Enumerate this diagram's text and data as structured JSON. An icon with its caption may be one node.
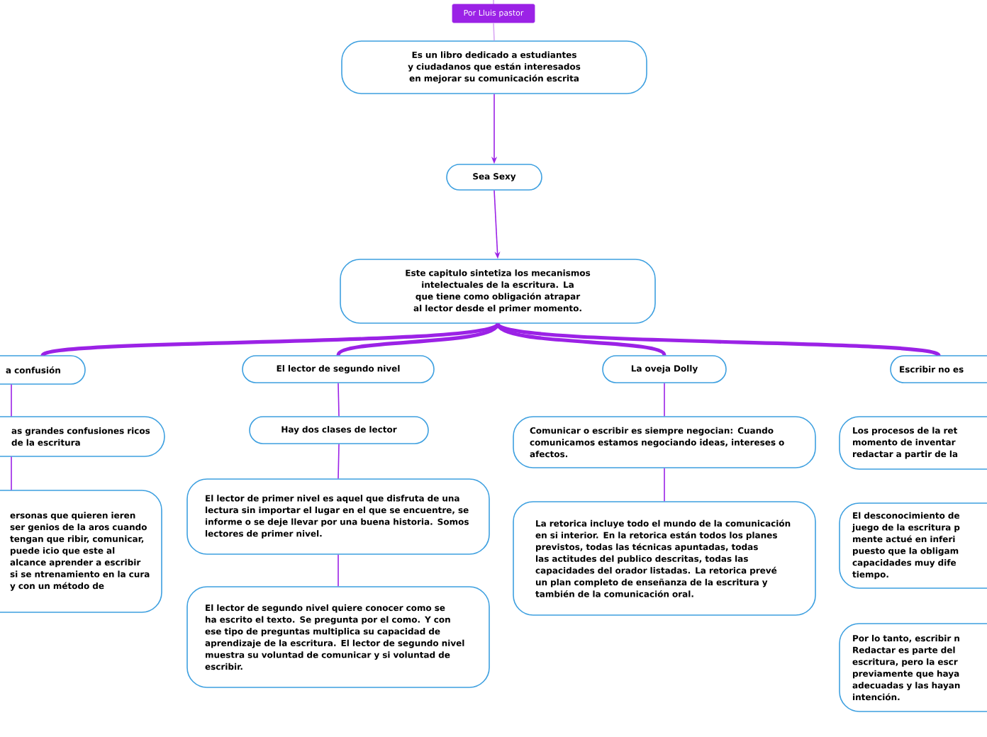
{
  "diagram": {
    "nodes": [
      {
        "text": [
          "Por Lluis pastor"
        ]
      },
      {
        "text": [
          "Es un libro dedicado a estudiantes y ciudadanos que están interesados en mejorar su comunicación escrita"
        ]
      },
      {
        "text": [
          "Sea Sexy"
        ]
      },
      {
        "text": [
          "Este capitulo sintetiza los mecanismos intelectuales de la escritura. La que tiene como obligación atrapar al lector desde el primer momento."
        ]
      },
      {
        "text": [
          "a confusión"
        ]
      },
      {
        "text": [
          "El lector de segundo nivel"
        ]
      },
      {
        "text": [
          "La oveja Dolly"
        ]
      },
      {
        "text": [
          "Escribir no es"
        ]
      },
      {
        "text": [
          "as grandes confusiones ricos de la escritura"
        ]
      },
      {
        "text": [
          "ersonas que quieren ieren ser genios de la aros cuando tengan que ribir, comunicar, puede icio que este al alcance aprender a escribir si se ntrenamiento en la cura y con un método de"
        ]
      },
      {
        "text": [
          "Hay dos clases de lector"
        ]
      },
      {
        "text": [
          "El lector de primer nivel es aquel que disfruta de una lectura sin importar el lugar en el que se encuentre, se informe o se deje llevar por una buena historia. Somos lectores de primer nivel."
        ]
      },
      {
        "text": [
          "El lector de segundo nivel quiere conocer como se ha escrito el texto. Se pregunta por el como. Y con ese tipo de preguntas multiplica su capacidad de aprendizaje de la escritura. El lector de segundo nivel muestra su voluntad de comunicar y si voluntad de escribir."
        ]
      },
      {
        "text": [
          "Comunicar o escribir es siempre negocian: Cuando comunicamos estamos negociando ideas, intereses o afectos."
        ]
      },
      {
        "text": [
          "La retorica incluye todo el mundo de la comunicación en si interior. En la retorica están todos los planes previstos, todas las técnicas apuntadas, todas las actitudes del publico descritas, todas las capacidades del orador listadas. La retorica prevé un plan completo de enseñanza de la escritura y también de la comunicación oral."
        ]
      },
      {
        "text": [
          "Los procesos de la ret momento de inventar redactar a partir de la"
        ]
      },
      {
        "text": [
          "El desconocimiento de juego de la escritura p mente actué en inferi puesto que la obligam capacidades muy dife tiempo."
        ]
      },
      {
        "text": [
          "Por lo tanto, escribir n Redactar es parte del escritura, pero la escr previamente que haya adecuadas y las hayan intención."
        ]
      }
    ],
    "edges": [
      {
        "from": 0,
        "to": 1,
        "arrow": "none",
        "color": "#d9a8f3"
      },
      {
        "from": 1,
        "to": 2,
        "arrow": "to"
      },
      {
        "from": 2,
        "to": 3,
        "arrow": "to"
      },
      {
        "from": 3,
        "to": 4,
        "arrow": "none",
        "style": "thick"
      },
      {
        "from": 3,
        "to": 5,
        "arrow": "none",
        "style": "thick"
      },
      {
        "from": 3,
        "to": 6,
        "arrow": "none",
        "style": "thick"
      },
      {
        "from": 3,
        "to": 7,
        "arrow": "none",
        "style": "thick"
      },
      {
        "from": 4,
        "to": 8,
        "arrow": "none"
      },
      {
        "from": 8,
        "to": 9,
        "arrow": "none"
      },
      {
        "from": 5,
        "to": 10,
        "arrow": "none"
      },
      {
        "from": 10,
        "to": 11,
        "arrow": "none"
      },
      {
        "from": 11,
        "to": 12,
        "arrow": "none"
      },
      {
        "from": 6,
        "to": 13,
        "arrow": "none"
      },
      {
        "from": 13,
        "to": 14,
        "arrow": "none"
      }
    ]
  }
}
